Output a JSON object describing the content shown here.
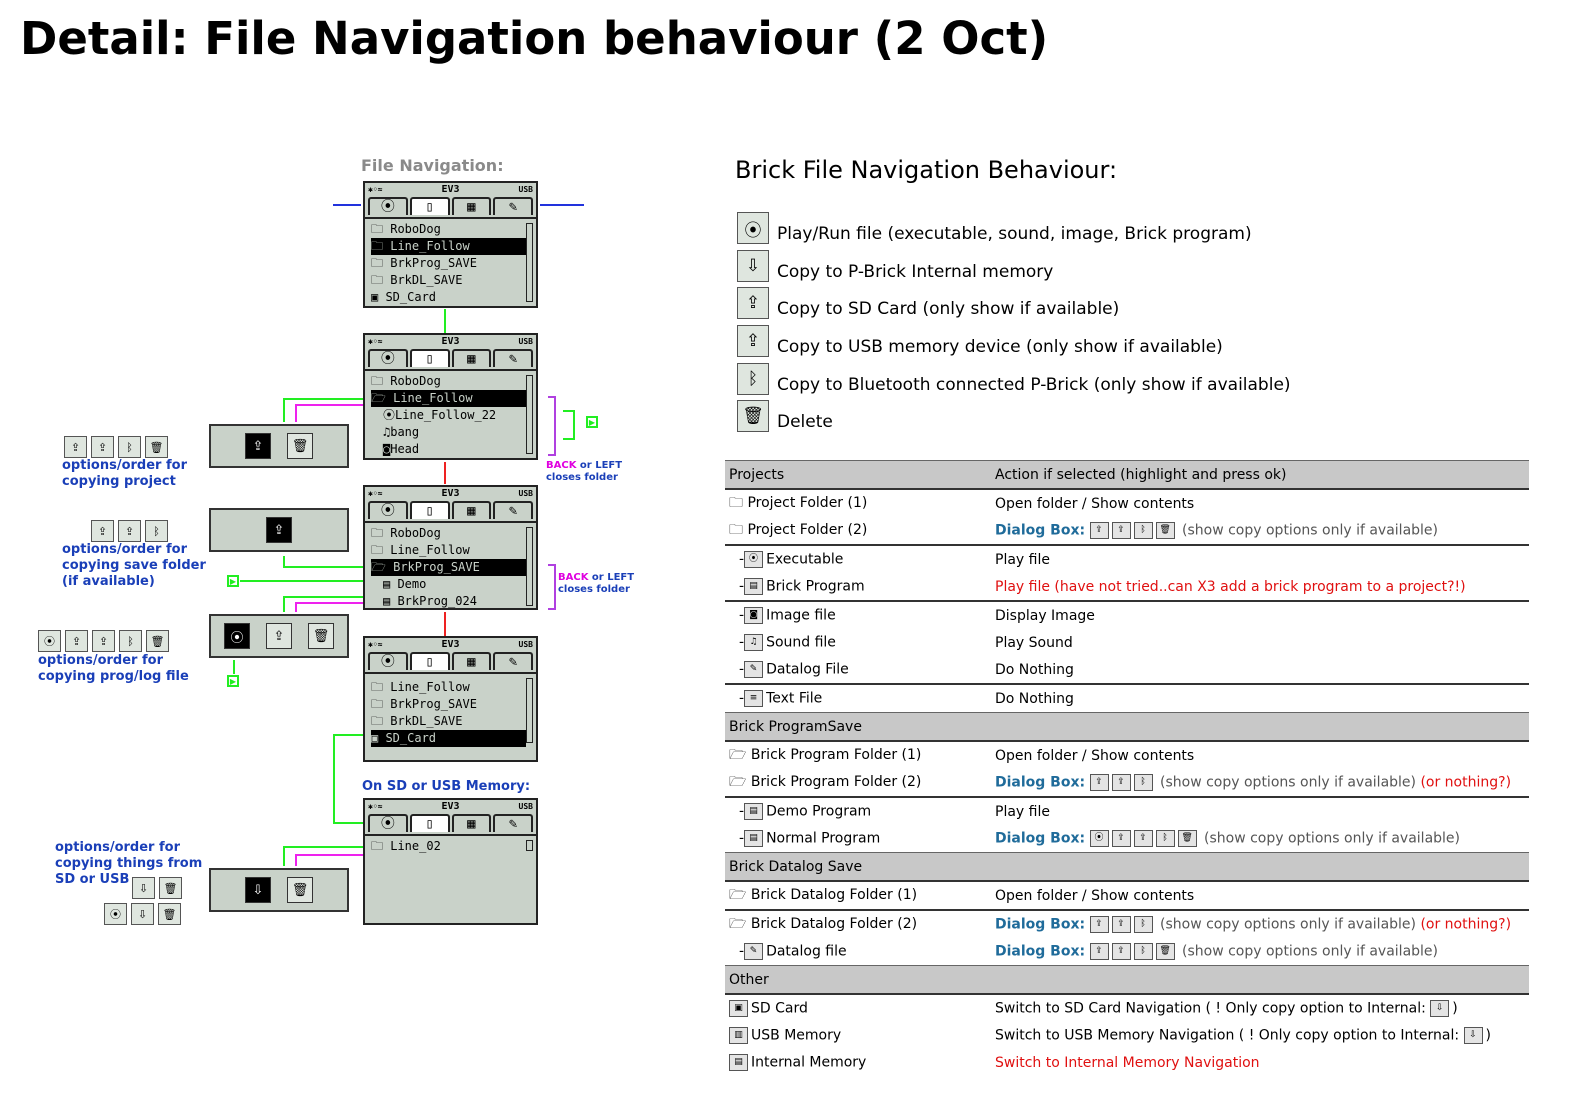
{
  "page_title": "Detail: File Navigation behaviour (2 Oct)",
  "left": {
    "heading": "File Navigation:",
    "ev3_label": "EV3",
    "usb_label": "USB",
    "screens": [
      {
        "rows": [
          "RoboDog",
          "Line_Follow",
          "BrkProg_SAVE",
          "BrkDL_SAVE",
          "SD_Card"
        ]
      },
      {
        "rows": [
          "RoboDog",
          "Line_Follow",
          "Line_Follow_22",
          "bang",
          "Head"
        ]
      },
      {
        "rows": [
          "RoboDog",
          "Line_Follow",
          "BrkProg_SAVE",
          "Demo",
          "BrkProg_024"
        ]
      },
      {
        "rows": [
          "Line_Follow",
          "BrkProg_SAVE",
          "BrkDL_SAVE",
          "SD_Card"
        ]
      },
      {
        "rows": [
          "Line_02"
        ]
      }
    ],
    "sd_usb_heading": "On SD or USB Memory:",
    "notes": {
      "project": [
        "options/order for",
        "copying project"
      ],
      "save": [
        "options/order for",
        "copying save folder",
        "(if available)"
      ],
      "prog": [
        "options/order for",
        "copying prog/log file"
      ],
      "sd": [
        "options/order for",
        "copying things from",
        "SD or USB"
      ]
    },
    "back_note": {
      "back": "BACK",
      "or_left": " or LEFT",
      "closes": "closes folder"
    }
  },
  "right": {
    "title": "Brick File Navigation Behaviour:",
    "legend": [
      {
        "icon": "play-icon",
        "text": "Play/Run file (executable, sound, image, Brick program)"
      },
      {
        "icon": "copy-internal-icon",
        "text": "Copy to P-Brick Internal memory"
      },
      {
        "icon": "copy-sd-icon",
        "text": "Copy to SD Card (only show if available)"
      },
      {
        "icon": "copy-usb-icon",
        "text": "Copy to USB memory device (only show if available)"
      },
      {
        "icon": "copy-bluetooth-icon",
        "text": "Copy to Bluetooth connected P-Brick (only show if available)"
      },
      {
        "icon": "delete-icon",
        "text": "Delete"
      }
    ],
    "table": {
      "col1": "Projects",
      "col2": "Action if selected (highlight and press ok)",
      "dialog_box": "Dialog Box:",
      "rows": {
        "project_folder_1": "Project Folder (1)",
        "open_folder": "Open folder / Show contents",
        "project_folder_2": "Project Folder (2)",
        "show_copy": "(show copy options only if available)",
        "executable": "Executable",
        "play_file": "Play file",
        "brick_program": "Brick Program",
        "brick_program_action": "Play file (have not tried..can X3 add a brick program to a project?!)",
        "image_file": "Image file",
        "display_image": "Display Image",
        "sound_file": "Sound file",
        "play_sound": "Play Sound",
        "datalog_file": "Datalog File",
        "do_nothing": "Do Nothing",
        "text_file": "Text File",
        "sec_brick_program_save": "Brick ProgramSave",
        "bp_folder_1": "Brick Program Folder (1)",
        "bp_folder_2": "Brick Program Folder (2)",
        "or_nothing": "(or nothing?)",
        "demo_program": "Demo Program",
        "normal_program": "Normal Program",
        "sec_brick_datalog_save": "Brick Datalog Save",
        "bd_folder_1": "Brick Datalog Folder (1)",
        "bd_folder_2": "Brick Datalog Folder (2)",
        "datalog_file_lc": "Datalog file",
        "sec_other": "Other",
        "sd_card": "SD Card",
        "sd_action": "Switch to SD Card Navigation ( ! Only copy option to Internal:",
        "usb_memory": "USB Memory",
        "usb_action": "Switch to USB Memory Navigation ( ! Only copy option to Internal:",
        "close_paren": ")",
        "internal_memory": "Internal Memory",
        "internal_action": "Switch to Internal Memory Navigation"
      }
    }
  }
}
